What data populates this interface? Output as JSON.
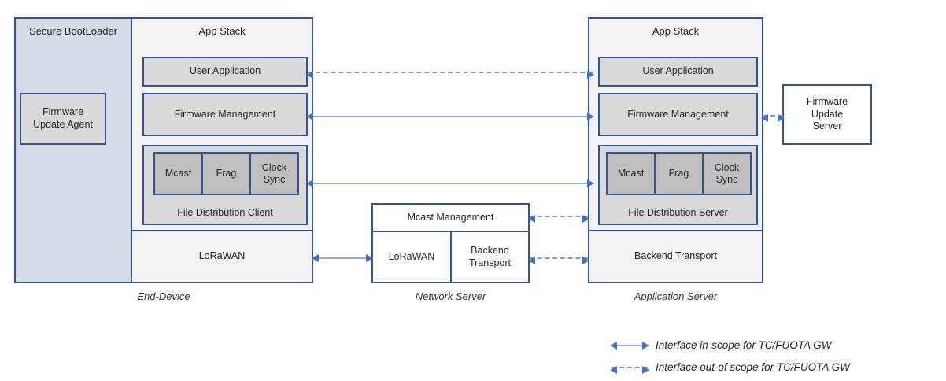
{
  "end_device": {
    "label": "End-Device",
    "bootloader_title": "Secure BootLoader",
    "agent_label": "Firmware Update Agent",
    "app_stack_title": "App Stack",
    "user_application": "User Application",
    "firmware_management": "Firmware Management",
    "mcast": "Mcast",
    "frag": "Frag",
    "clock_sync": "Clock Sync",
    "file_distribution": "File Distribution Client",
    "lorawan": "LoRaWAN"
  },
  "network_server": {
    "label": "Network Server",
    "mcast_management": "Mcast Management",
    "lorawan": "LoRaWAN",
    "backend_transport": "Backend Transport"
  },
  "application_server": {
    "label": "Application Server",
    "app_stack_title": "App Stack",
    "user_application": "User Application",
    "firmware_management": "Firmware Management",
    "mcast": "Mcast",
    "frag": "Frag",
    "clock_sync": "Clock Sync",
    "file_distribution": "File Distribution Server",
    "backend_transport": "Backend Transport"
  },
  "firmware_update_server": {
    "label": "Firmware Update Server"
  },
  "legend": {
    "in_scope": "Interface in-scope for TC/FUOTA GW",
    "out_of_scope": "Interface out-of scope for TC/FUOTA GW"
  },
  "colors": {
    "box_border": "#2f5597",
    "bootloader_fill": "#d6dce5",
    "stack_fill": "#f2f2f2",
    "module_fill": "#d9d9d9",
    "cell_fill": "#bfbfbf",
    "white_fill": "#ffffff",
    "arrow_line": "#8faadc",
    "arrow_head": "#4472c4"
  }
}
